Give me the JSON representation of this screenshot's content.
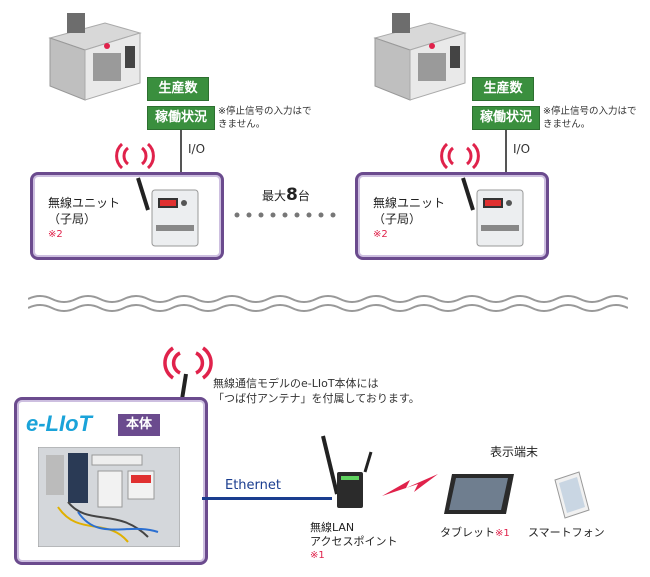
{
  "machines": [
    {
      "tag1": "生産数",
      "tag2": "稼働状況",
      "note": "※停止信号の入力はできません。",
      "io": "I/O",
      "unit_line1": "無線ユニット",
      "unit_line2": "（子局）",
      "unit_ref": "※2"
    },
    {
      "tag1": "生産数",
      "tag2": "稼働状況",
      "note": "※停止信号の入力はできません。",
      "io": "I/O",
      "unit_line1": "無線ユニット",
      "unit_line2": "（子局）",
      "unit_ref": "※2"
    }
  ],
  "max_units_prefix": "最大",
  "max_units_number": "8",
  "max_units_suffix": "台",
  "antenna_note_line1": "無線通信モデルのe-LIoT本体には",
  "antenna_note_line2": "「つば付アンテナ」を付属しております。",
  "eliot_logo": "e-LIoT",
  "eliot_badge": "本体",
  "ethernet_label": "Ethernet",
  "ap_line1": "無線LAN",
  "ap_line2": "アクセスポイント",
  "ap_ref": "※1",
  "display_title": "表示端末",
  "tablet_label": "タブレット",
  "tablet_ref": "※1",
  "smartphone_label": "スマートフォン",
  "colors": {
    "purple": "#6b4b8e",
    "green": "#3a8f3e",
    "red": "#e0224b",
    "blue": "#1a3d8f"
  }
}
